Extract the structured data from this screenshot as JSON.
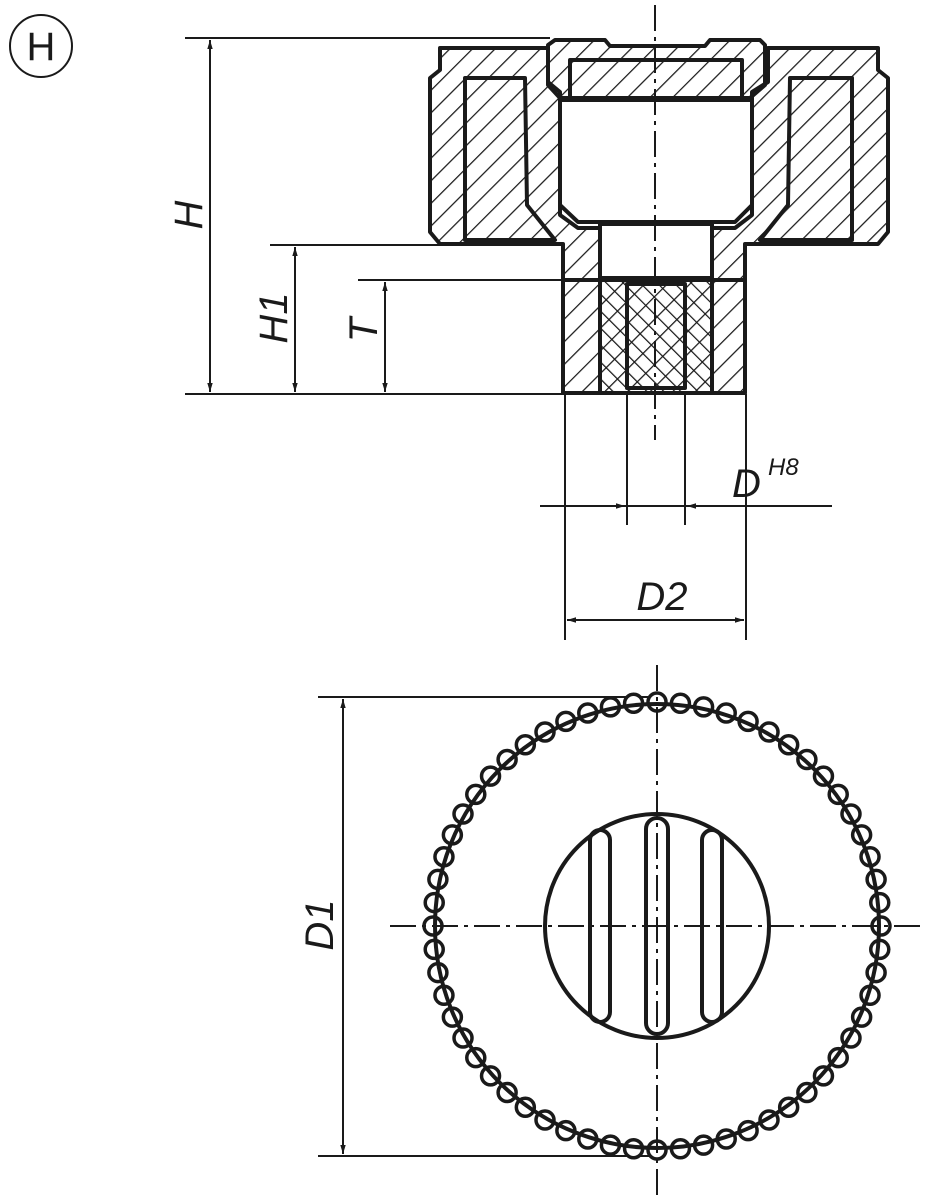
{
  "variant_marker": "H",
  "labels": {
    "H": "H",
    "H1": "H1",
    "T": "T",
    "D": "D",
    "D_tolerance": "H8",
    "D2": "D2",
    "D1": "D1"
  }
}
